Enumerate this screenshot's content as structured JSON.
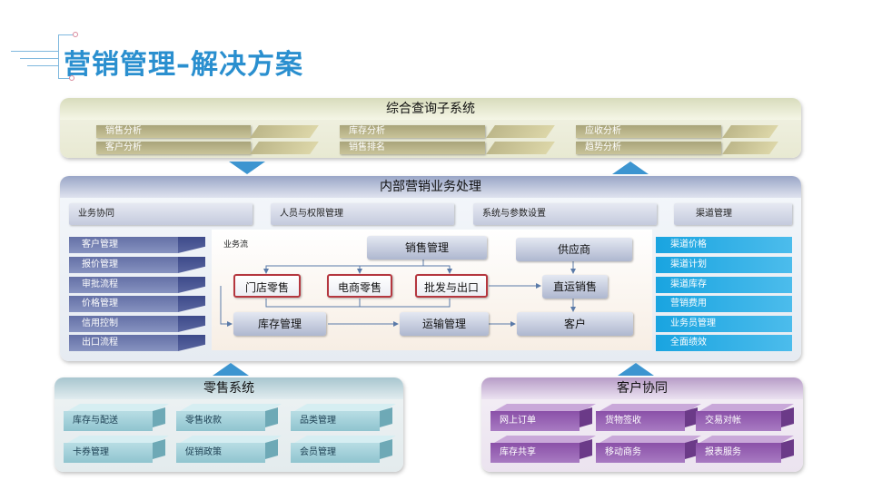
{
  "title": "营销管理–解决方案",
  "query_system": {
    "header": "综合查询子系统",
    "items": [
      "销售分析",
      "客户分析",
      "库存分析",
      "销售排名",
      "应收分析",
      "趋势分析"
    ]
  },
  "internal": {
    "header": "内部营销业务处理",
    "tabs": [
      "业务协同",
      "人员与权限管理",
      "系统与参数设置",
      "渠道管理"
    ],
    "left_items": [
      "客户管理",
      "报价管理",
      "审批流程",
      "价格管理",
      "信用控制",
      "出口流程"
    ],
    "right_items": [
      "渠道价格",
      "渠道计划",
      "渠道库存",
      "营销费用",
      "业务员管理",
      "全面绩效"
    ],
    "flow": {
      "label": "业务流",
      "sales_mgmt": "销售管理",
      "supplier": "供应商",
      "store_retail": "门店零售",
      "ecommerce": "电商零售",
      "wholesale": "批发与出口",
      "direct_sales": "直运销售",
      "inventory": "库存管理",
      "transport": "运输管理",
      "customer": "客户"
    }
  },
  "retail_system": {
    "header": "零售系统",
    "items": [
      "库存与配送",
      "零售收款",
      "品类管理",
      "卡券管理",
      "促销政策",
      "会员管理"
    ]
  },
  "customer_collab": {
    "header": "客户协同",
    "items": [
      "网上订单",
      "货物签收",
      "交易对帐",
      "库存共享",
      "移动商务",
      "报表服务"
    ]
  },
  "colors": {
    "title": "#2a8fcf",
    "accent_blue": "#3d95d0",
    "flow_red_border": "#b5373f",
    "channel_blue": "#19a4e0",
    "left_list": "#6470a6",
    "retail_teal": "#8fc4cf",
    "collab_purple": "#8a50a8"
  }
}
